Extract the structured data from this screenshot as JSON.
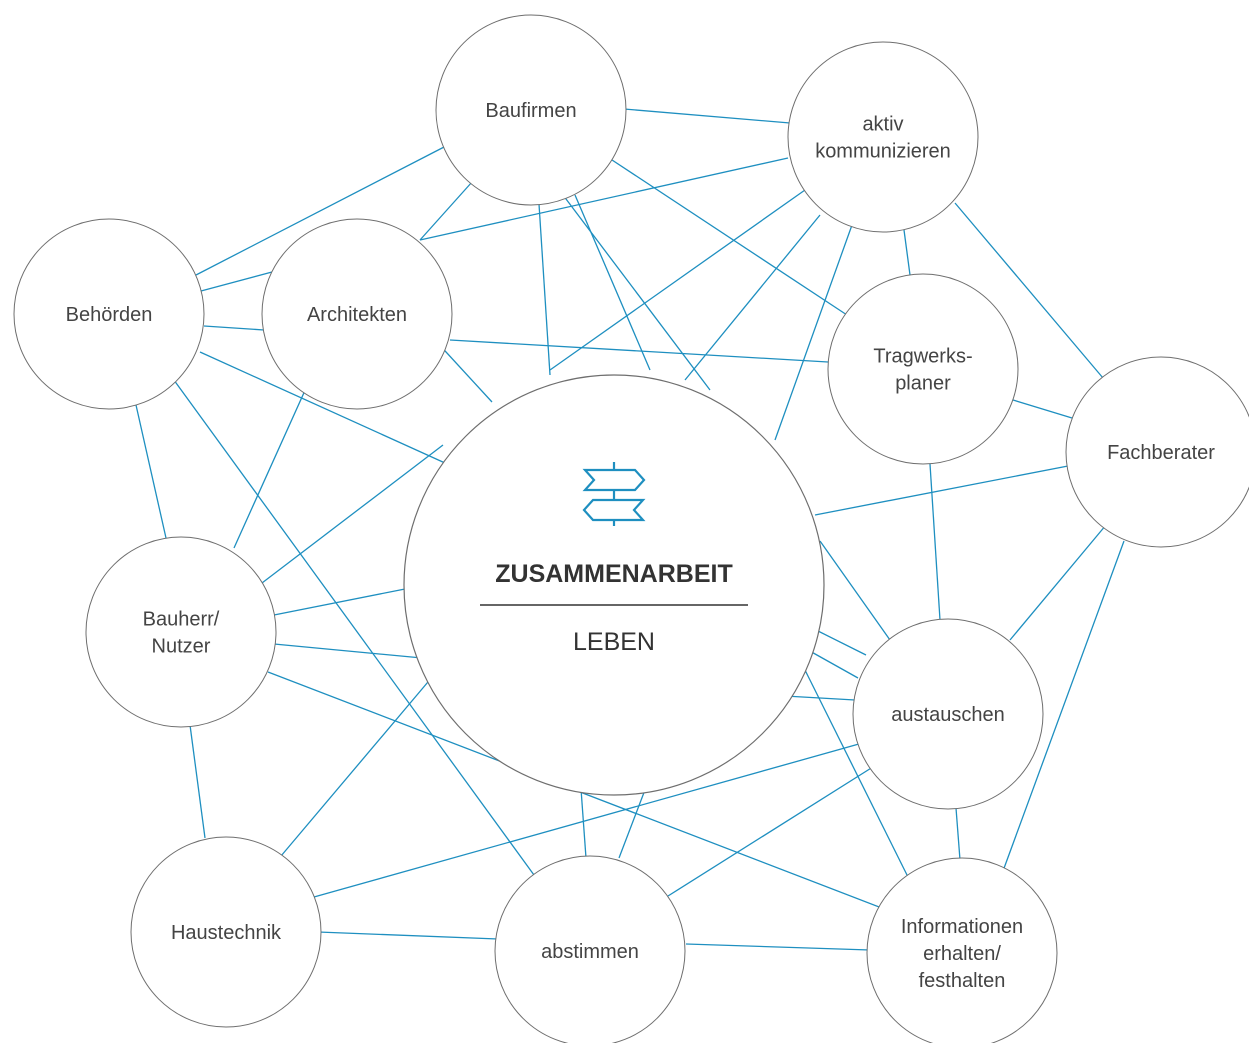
{
  "center": {
    "title": "ZUSAMMENARBEIT",
    "subtitle": "LEBEN",
    "icon": "signpost-icon"
  },
  "nodes": [
    {
      "id": "baufirmen",
      "lines": [
        "Baufirmen"
      ]
    },
    {
      "id": "aktiv-kommunizieren",
      "lines": [
        "aktiv",
        "kommunizieren"
      ]
    },
    {
      "id": "behoerden",
      "lines": [
        "Behörden"
      ]
    },
    {
      "id": "architekten",
      "lines": [
        "Architekten"
      ]
    },
    {
      "id": "tragwerksplaner",
      "lines": [
        "Tragwerks-",
        "planer"
      ]
    },
    {
      "id": "fachberater",
      "lines": [
        "Fachberater"
      ]
    },
    {
      "id": "bauherr",
      "lines": [
        "Bauherr/",
        "Nutzer"
      ]
    },
    {
      "id": "austauschen",
      "lines": [
        "austauschen"
      ]
    },
    {
      "id": "haustechnik",
      "lines": [
        "Haustechnik"
      ]
    },
    {
      "id": "abstimmen",
      "lines": [
        "abstimmen"
      ]
    },
    {
      "id": "informationen",
      "lines": [
        "Informationen",
        "erhalten/",
        "festhalten"
      ]
    }
  ],
  "colors": {
    "edge": "#1e8fc0",
    "circle_stroke": "#6e6e6e",
    "text": "#444444"
  }
}
